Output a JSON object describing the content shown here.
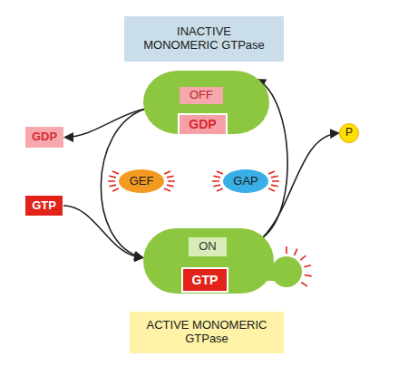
{
  "diagram": {
    "nodes": [
      {
        "text": [
          "INACTIVE MONOMERIC GTPase"
        ]
      },
      {
        "text": []
      },
      {
        "text": [
          "OFF"
        ],
        "in": 1
      },
      {
        "text": [
          "GDP"
        ],
        "in": 1
      },
      {
        "text": [
          "GDP"
        ]
      },
      {
        "text": [
          "P"
        ]
      },
      {
        "text": [
          "GEF"
        ]
      },
      {
        "text": [
          "GAP"
        ]
      },
      {
        "text": [
          "GTP"
        ]
      },
      {
        "text": []
      },
      {
        "text": [
          "ON"
        ],
        "in": 9
      },
      {
        "text": [
          "GTP"
        ],
        "in": 9
      },
      {
        "text": [
          "ACTIVE MONOMERIC GTPase"
        ]
      }
    ],
    "edges": [
      {
        "from": 1,
        "to": 4,
        "arrow": "to"
      },
      {
        "from": 1,
        "to": 9,
        "arrow": "to"
      },
      {
        "from": 8,
        "to": 9,
        "arrow": "to"
      },
      {
        "from": 9,
        "to": 1,
        "arrow": "to"
      },
      {
        "from": 9,
        "to": 5,
        "arrow": "to"
      }
    ]
  }
}
